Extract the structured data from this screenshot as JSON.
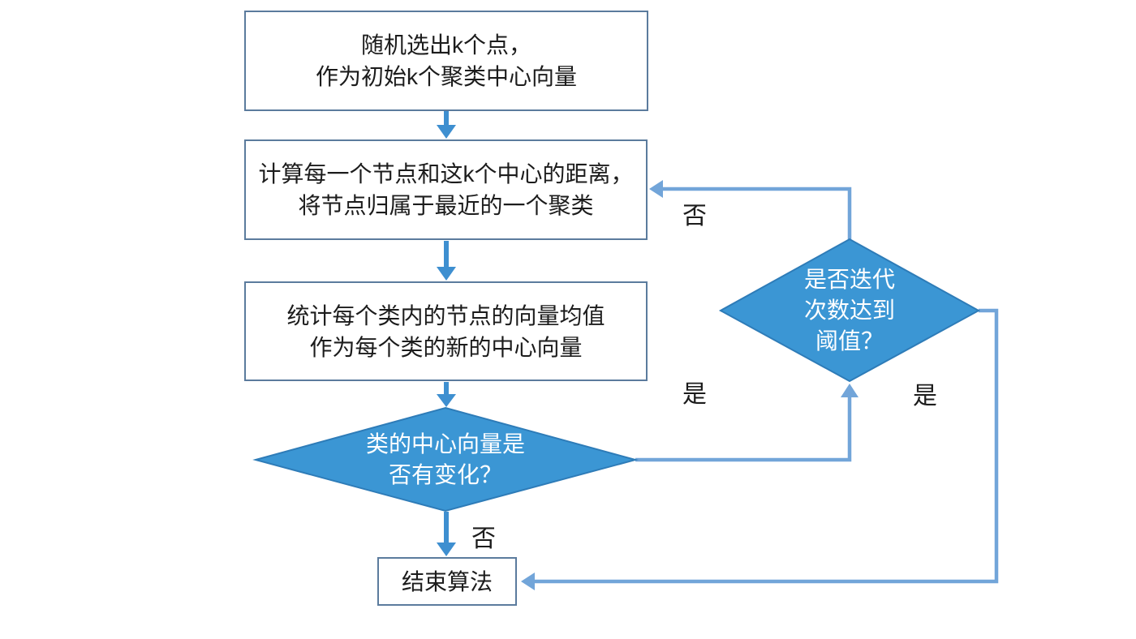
{
  "diagram_type": "flowchart",
  "topic": "k-means clustering algorithm",
  "colors": {
    "shape_fill": "#3b96d4",
    "shape_stroke": "#2e7cb8",
    "box_border": "#5b7b9d",
    "box_fill": "#ffffff",
    "arrow": "#3e8fd0",
    "connector": "#72a5d9",
    "text_dark": "#1c1c1c",
    "text_light": "#ffffff",
    "background": "#ffffff"
  },
  "nodes": {
    "start": {
      "text": "随机选出k个点，\n作为初始k个聚类中心向量"
    },
    "assign": {
      "text": "计算每一个节点和这k个中心的距离，\n将节点归属于最近的一个聚类"
    },
    "update": {
      "text": "统计每个类内的节点的向量均值\n作为每个类的新的中心向量"
    },
    "decision_change": {
      "text": "类的中心向量是\n否有变化？"
    },
    "decision_iteration": {
      "text": "是否迭代\n次数达到\n阈值？"
    },
    "end": {
      "text": "结束算法"
    }
  },
  "edge_labels": {
    "change_no": "否",
    "change_yes": "是",
    "iteration_no": "否",
    "iteration_yes": "是"
  }
}
